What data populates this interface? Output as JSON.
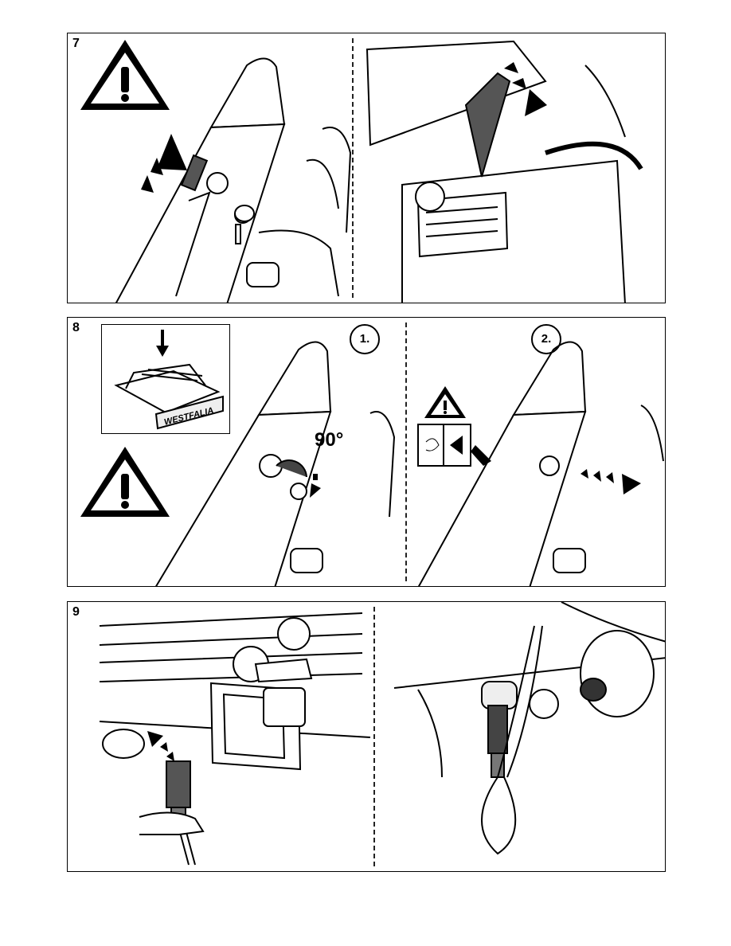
{
  "steps": [
    {
      "number": "7"
    },
    {
      "number": "8",
      "sub_steps": [
        "1.",
        "2."
      ],
      "angle": "90°",
      "brand": "WESTFALIA"
    },
    {
      "number": "9"
    }
  ],
  "icons": [
    "warning-triangle-icon",
    "arrow-icon",
    "key-icon",
    "plug-icon"
  ]
}
